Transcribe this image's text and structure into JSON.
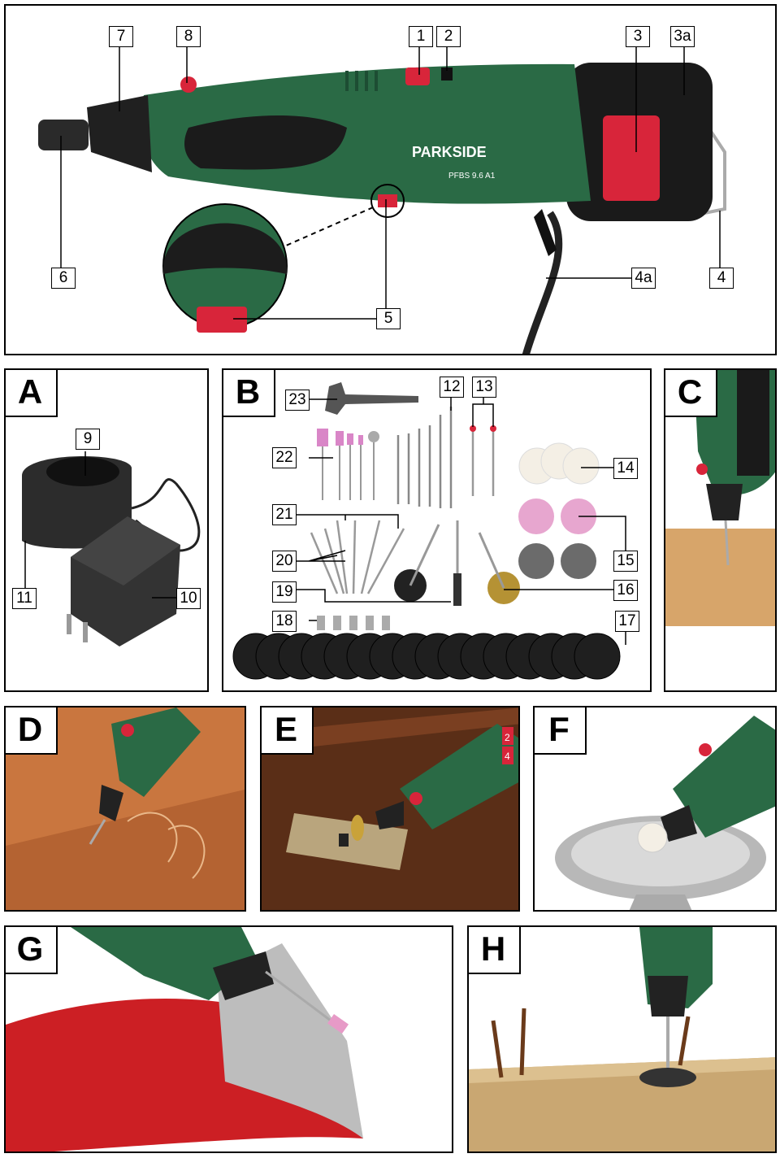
{
  "main_labels": {
    "l1": "1",
    "l2": "2",
    "l3": "3",
    "l3a": "3a",
    "l4": "4",
    "l4a": "4a",
    "l5": "5",
    "l6": "6",
    "l7": "7",
    "l8": "8"
  },
  "brand": {
    "logo": "PARKSIDE",
    "model": "PFBS 9.6 A1"
  },
  "panels": {
    "A": "A",
    "B": "B",
    "C": "C",
    "D": "D",
    "E": "E",
    "F": "F",
    "G": "G",
    "H": "H"
  },
  "a_labels": {
    "l9": "9",
    "l10": "10",
    "l11": "11"
  },
  "b_labels": {
    "l12": "12",
    "l13": "13",
    "l14": "14",
    "l15": "15",
    "l16": "16",
    "l17": "17",
    "l18": "18",
    "l19": "19",
    "l20": "20",
    "l21": "21",
    "l22": "22",
    "l23": "23"
  },
  "e_speed": {
    "s1": "2",
    "s2": "4"
  }
}
